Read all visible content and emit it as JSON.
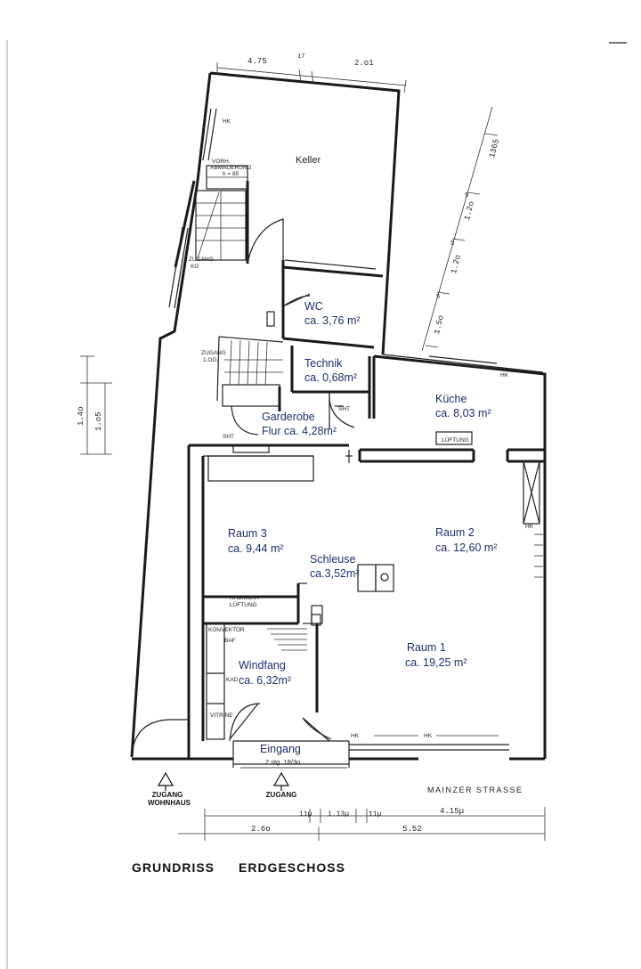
{
  "title": {
    "left": "GRUNDRISS",
    "right": "ERDGESCHOSS"
  },
  "street": "MAINZER STRASSE",
  "rooms": {
    "keller": {
      "name": "Keller"
    },
    "wc": {
      "name": "WC",
      "area": "ca. 3,76 m²"
    },
    "technik": {
      "name": "Technik",
      "area": "ca. 0,68m²"
    },
    "kueche": {
      "name": "Küche",
      "area": "ca. 8,03 m²"
    },
    "garderobe": {
      "name": "Garderobe",
      "area": "Flur ca. 4,28m²"
    },
    "raum3": {
      "name": "Raum 3",
      "area": "ca. 9,44 m²"
    },
    "raum2": {
      "name": "Raum 2",
      "area": "ca. 12,60 m²"
    },
    "schleuse": {
      "name": "Schleuse",
      "area": "ca.3,52m²"
    },
    "raum1": {
      "name": "Raum 1",
      "area": "ca. 19,25 m²"
    },
    "windfang": {
      "name": "Windfang",
      "area": "ca. 6,32m²"
    },
    "eingang": {
      "name": "Eingang"
    }
  },
  "annotations": {
    "hk": "HK",
    "vorh": "VORH.",
    "abmauerung": "ABMAUERUNG",
    "h85": "h = 85",
    "zugang_kg_1": "ZUGANG",
    "zugang_kg_2": "KG",
    "zugang_og_1": "ZUGANG",
    "zugang_og_2": "1.OG.",
    "sht": "SHT",
    "lueftung": "LÜFTUNG",
    "radiator": "RADIMENT",
    "konvektor": "KONVEKTOR",
    "baf": "BAF",
    "kad": "KAD",
    "vitrine": "VITRINE",
    "stg": "2 stg. 18/3o",
    "zugang_wohnhaus_1": "ZUGANG",
    "zugang_wohnhaus_2": "WOHNHAUS",
    "zugang_main": "ZUGANG"
  },
  "dimensions": {
    "top": [
      "4.75",
      "17",
      "2.o1"
    ],
    "right": [
      "1365",
      "1.2o",
      "1.2o",
      "1.5o"
    ],
    "right_small": [
      "5",
      "5",
      "5"
    ],
    "left": [
      "1.4o",
      "1.o5"
    ],
    "bottom_upper": [
      "11µ",
      "1.13µ",
      "11µ",
      "4.15µ"
    ],
    "bottom_lower": [
      "2.6o",
      "5.52"
    ]
  }
}
